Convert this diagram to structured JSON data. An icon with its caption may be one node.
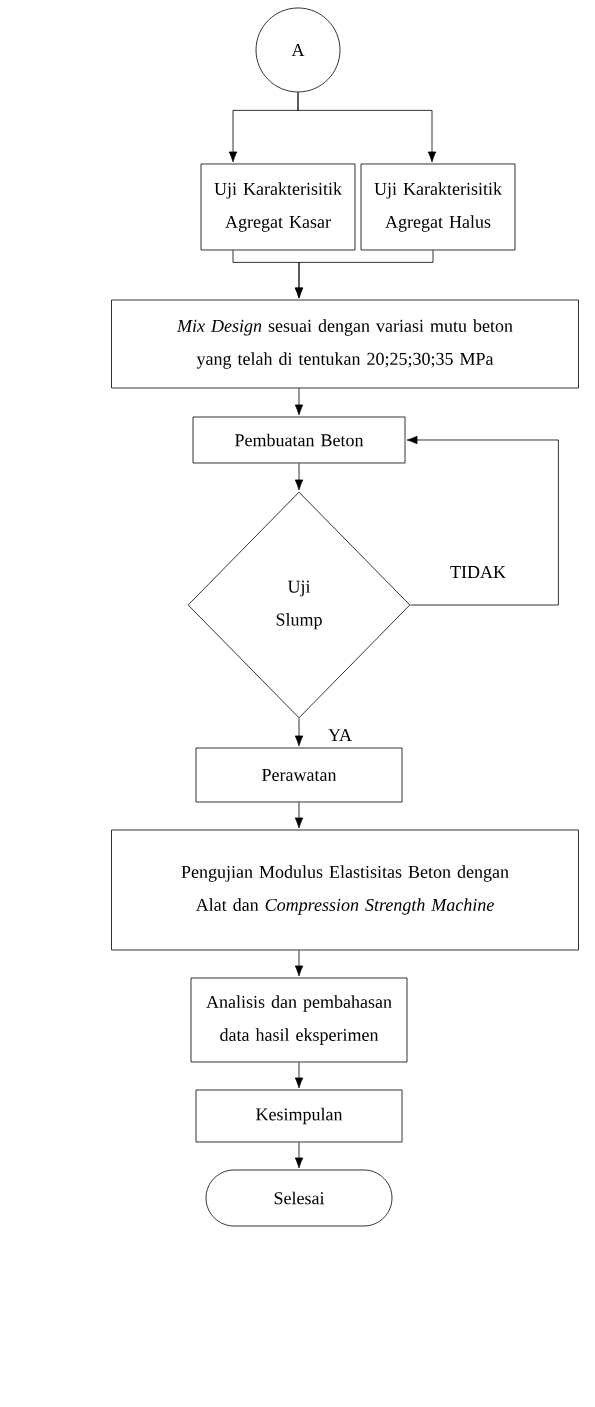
{
  "diagram": {
    "nodes": [
      {
        "text": [
          "A"
        ]
      },
      {
        "text": [
          "Uji Karakterisitik Agregat Kasar"
        ]
      },
      {
        "text": [
          "Uji Karakterisitik Agregat Halus"
        ]
      },
      {
        "text": [
          "*Mix Design* sesuai dengan variasi mutu beton yang telah di tentukan 20;25;30;35 MPa"
        ]
      },
      {
        "text": [
          "Pembuatan Beton"
        ]
      },
      {
        "text": [
          "Uji Slump"
        ]
      },
      {
        "text": [
          "Perawatan"
        ]
      },
      {
        "text": [
          "Pengujian Modulus Elastisitas Beton dengan Alat dan *Compression Strength Machine*"
        ]
      },
      {
        "text": [
          "Analisis dan pembahasan data hasil eksperimen"
        ]
      },
      {
        "text": [
          "Kesimpulan"
        ]
      },
      {
        "text": [
          "Selesai"
        ]
      }
    ],
    "edges": [
      {
        "from": 0,
        "to": 1,
        "arrow": "to"
      },
      {
        "from": 0,
        "to": 2,
        "arrow": "to"
      },
      {
        "from": 1,
        "to": 3,
        "arrow": "to"
      },
      {
        "from": 2,
        "to": 3,
        "arrow": "to"
      },
      {
        "from": 3,
        "to": 4,
        "arrow": "to"
      },
      {
        "from": 4,
        "to": 5,
        "arrow": "to"
      },
      {
        "from": 5,
        "to": 4,
        "arrow": "to",
        "label": "TIDAK"
      },
      {
        "from": 5,
        "to": 6,
        "arrow": "to",
        "label": "YA"
      },
      {
        "from": 6,
        "to": 7,
        "arrow": "to"
      },
      {
        "from": 7,
        "to": 8,
        "arrow": "to"
      },
      {
        "from": 8,
        "to": 9,
        "arrow": "to"
      },
      {
        "from": 9,
        "to": 10,
        "arrow": "to"
      }
    ]
  }
}
